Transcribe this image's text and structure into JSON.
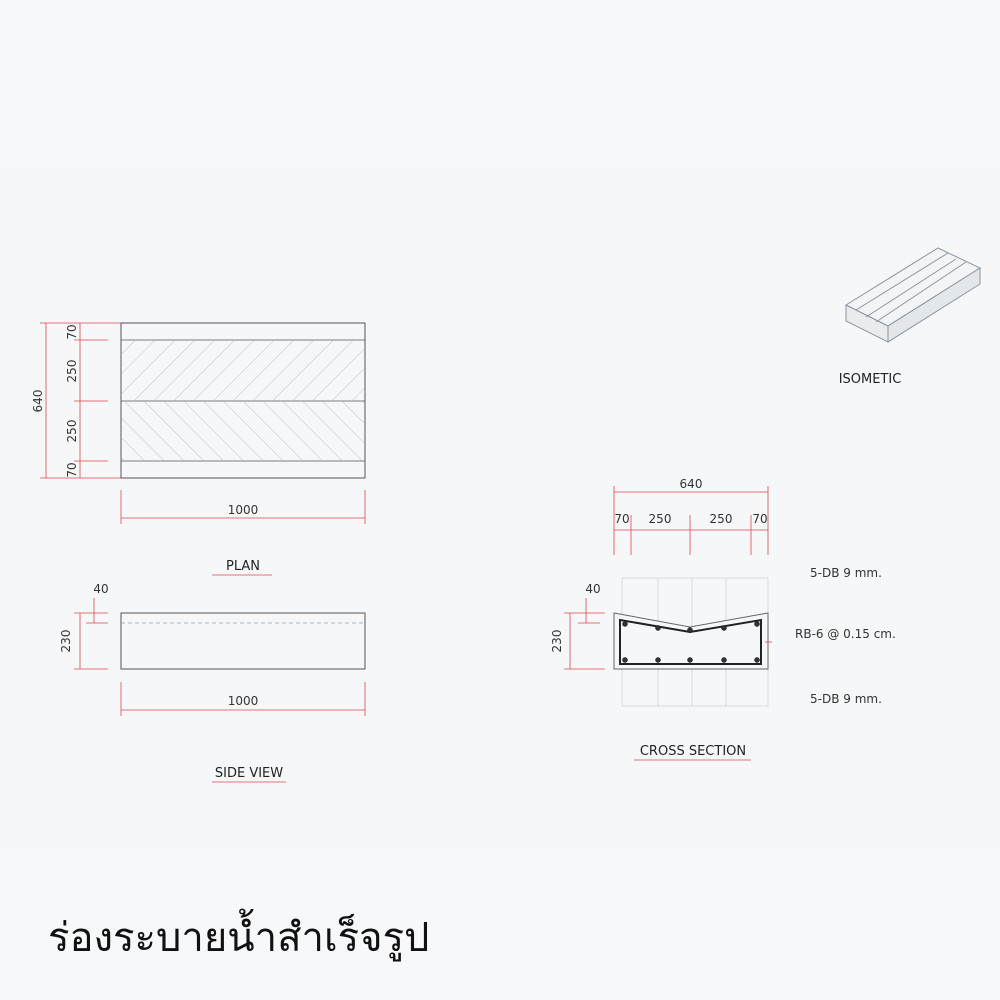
{
  "plan": {
    "title": "PLAN",
    "total_width": "1000",
    "total_depth": "640",
    "segments": [
      "70",
      "250",
      "250",
      "70"
    ]
  },
  "side_view": {
    "title": "SIDE VIEW",
    "length": "1000",
    "height": "230",
    "recess": "40"
  },
  "isometric": {
    "title": "ISOMETIC"
  },
  "cross_section": {
    "title": "CROSS SECTION",
    "total_width": "640",
    "segments": [
      "70",
      "250",
      "250",
      "70"
    ],
    "height": "230",
    "recess": "40",
    "rebar_top": "5-DB 9 mm.",
    "stirrup": "RB-6 @ 0.15 cm.",
    "rebar_bottom": "5-DB 9 mm."
  },
  "caption": "ร่องระบายน้ำสำเร็จรูป",
  "colors": {
    "dimension": "#e0474c",
    "line": "#555555",
    "hatch": "#8fa3b5",
    "background": "#f6f7f8"
  }
}
